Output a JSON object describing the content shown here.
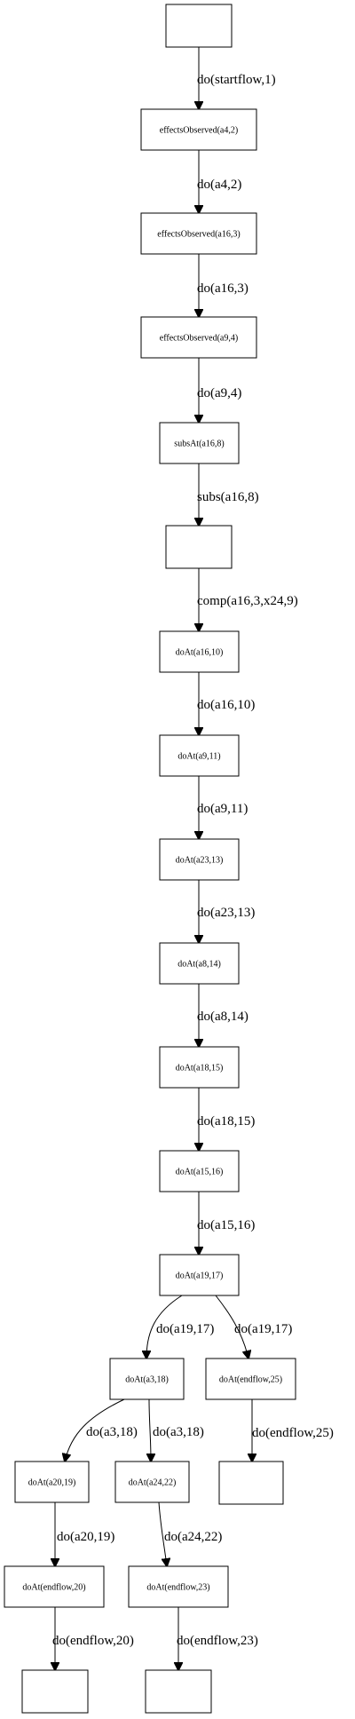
{
  "diagram": {
    "nodes": [
      {
        "id": "n0",
        "label": ""
      },
      {
        "id": "n1",
        "label": "effectsObserved(a4,2)"
      },
      {
        "id": "n2",
        "label": "effectsObserved(a16,3)"
      },
      {
        "id": "n3",
        "label": "effectsObserved(a9,4)"
      },
      {
        "id": "n4",
        "label": "subsAt(a16,8)"
      },
      {
        "id": "n5",
        "label": ""
      },
      {
        "id": "n6",
        "label": "doAt(a16,10)"
      },
      {
        "id": "n7",
        "label": "doAt(a9,11)"
      },
      {
        "id": "n8",
        "label": "doAt(a23,13)"
      },
      {
        "id": "n9",
        "label": "doAt(a8,14)"
      },
      {
        "id": "n10",
        "label": "doAt(a18,15)"
      },
      {
        "id": "n11",
        "label": "doAt(a15,16)"
      },
      {
        "id": "n12",
        "label": "doAt(a19,17)"
      },
      {
        "id": "n13",
        "label": "doAt(a3,18)"
      },
      {
        "id": "n14",
        "label": "doAt(endflow,25)"
      },
      {
        "id": "n15",
        "label": "doAt(a20,19)"
      },
      {
        "id": "n16",
        "label": "doAt(a24,22)"
      },
      {
        "id": "n17",
        "label": ""
      },
      {
        "id": "n18",
        "label": "doAt(endflow,20)"
      },
      {
        "id": "n19",
        "label": "doAt(endflow,23)"
      },
      {
        "id": "n20",
        "label": ""
      },
      {
        "id": "n21",
        "label": ""
      }
    ],
    "edges": [
      {
        "from": "n0",
        "to": "n1",
        "label": "do(startflow,1)"
      },
      {
        "from": "n1",
        "to": "n2",
        "label": "do(a4,2)"
      },
      {
        "from": "n2",
        "to": "n3",
        "label": "do(a16,3)"
      },
      {
        "from": "n3",
        "to": "n4",
        "label": "do(a9,4)"
      },
      {
        "from": "n4",
        "to": "n5",
        "label": "subs(a16,8)"
      },
      {
        "from": "n5",
        "to": "n6",
        "label": "comp(a16,3,x24,9)"
      },
      {
        "from": "n6",
        "to": "n7",
        "label": "do(a16,10)"
      },
      {
        "from": "n7",
        "to": "n8",
        "label": "do(a9,11)"
      },
      {
        "from": "n8",
        "to": "n9",
        "label": "do(a23,13)"
      },
      {
        "from": "n9",
        "to": "n10",
        "label": "do(a8,14)"
      },
      {
        "from": "n10",
        "to": "n11",
        "label": "do(a18,15)"
      },
      {
        "from": "n11",
        "to": "n12",
        "label": "do(a15,16)"
      },
      {
        "from": "n12",
        "to": "n13",
        "label": "do(a19,17)"
      },
      {
        "from": "n12",
        "to": "n14",
        "label": "do(a19,17)"
      },
      {
        "from": "n13",
        "to": "n15",
        "label": "do(a3,18)"
      },
      {
        "from": "n13",
        "to": "n16",
        "label": "do(a3,18)"
      },
      {
        "from": "n14",
        "to": "n17",
        "label": "do(endflow,25)"
      },
      {
        "from": "n15",
        "to": "n18",
        "label": "do(a20,19)"
      },
      {
        "from": "n16",
        "to": "n19",
        "label": "do(a24,22)"
      },
      {
        "from": "n18",
        "to": "n20",
        "label": "do(endflow,20)"
      },
      {
        "from": "n19",
        "to": "n21",
        "label": "do(endflow,23)"
      }
    ]
  }
}
